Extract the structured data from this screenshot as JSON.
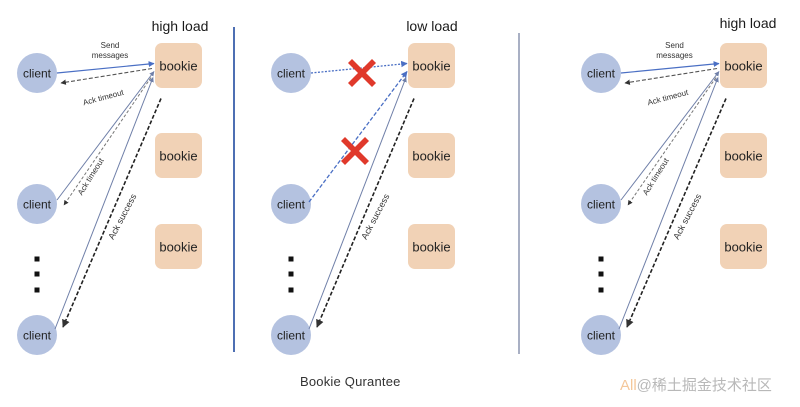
{
  "panels": [
    {
      "title": "high load",
      "bookies": [
        "bookie",
        "bookie",
        "bookie"
      ],
      "clients": [
        "client",
        "client",
        "client"
      ],
      "labels": {
        "send": [
          "Send",
          "messages"
        ],
        "ack_timeout_top": "Ack timeout",
        "ack_timeout_mid": "Ack timeout",
        "ack_success": "Ack success"
      }
    },
    {
      "title": "low load",
      "bookies": [
        "bookie",
        "bookie",
        "bookie"
      ],
      "clients": [
        "client",
        "client",
        "client"
      ],
      "labels": {
        "ack_success": "Ack success"
      },
      "failed_links": 2
    },
    {
      "title": "high load",
      "bookies": [
        "bookie",
        "bookie",
        "bookie"
      ],
      "clients": [
        "client",
        "client",
        "client"
      ],
      "labels": {
        "send": [
          "Send",
          "messages"
        ],
        "ack_timeout_top": "Ack timeout",
        "ack_timeout_mid": "Ack timeout",
        "ack_success": "Ack success"
      }
    }
  ],
  "ellipsis_icon": "vertical-ellipsis-icon",
  "fail_icon": "red-x-icon",
  "caption": "Bookie Qurantee",
  "watermark": {
    "prefix": "All",
    "text": "@稀土掘金技术社区"
  },
  "colors": {
    "client": "#b4c2e0",
    "bookie": "#f1d2b6",
    "arrow_blue": "#4a6fc4",
    "line_grey": "#6f7fa8",
    "fail_red": "#e0392b",
    "divider_left": "#4e6fb3",
    "divider_right": "#a9b0c4"
  }
}
